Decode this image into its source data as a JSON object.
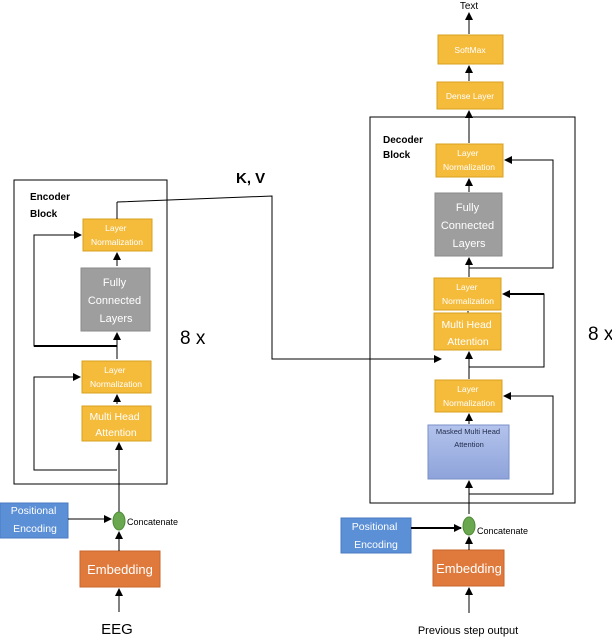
{
  "encoder": {
    "block_label_1": "Encoder",
    "block_label_2": "Block",
    "layer_norm_top": [
      "Layer",
      "Normalization"
    ],
    "fully_connected": [
      "Fully",
      "Connected",
      "Layers"
    ],
    "layer_norm_bottom": [
      "Layer",
      "Normalization"
    ],
    "multi_head_attention": [
      "Multi Head",
      "Attention"
    ],
    "positional_encoding": [
      "Positional",
      "Encoding"
    ],
    "concatenate": "Concatenate",
    "embedding": "Embedding",
    "input": "EEG",
    "repeat": "8 x"
  },
  "decoder": {
    "block_label_1": "Decoder",
    "block_label_2": "Block",
    "layer_norm_top": [
      "Layer",
      "Normalization"
    ],
    "fully_connected": [
      "Fully",
      "Connected",
      "Layers"
    ],
    "layer_norm_mid": [
      "Layer",
      "Normalization"
    ],
    "multi_head_attention": [
      "Multi Head",
      "Attention"
    ],
    "layer_norm_bottom": [
      "Layer",
      "Normalization"
    ],
    "masked_attention": [
      "Masked Multi Head",
      "Attention"
    ],
    "positional_encoding": [
      "Positional",
      "Encoding"
    ],
    "concatenate": "Concatenate",
    "embedding": "Embedding",
    "input": "Previous step output",
    "repeat": "8 x",
    "dense": "Dense Layer",
    "softmax": "SoftMax",
    "output": "Text"
  },
  "kv_label": "K, V",
  "colors": {
    "yellow": "#f5bc3c",
    "yellow_stroke": "#d9a020",
    "gray": "#9e9e9e",
    "blue_light": "#5b8fd6",
    "orange": "#e07a3c",
    "green": "#6aa84f",
    "lavender": "#9aaee0"
  }
}
